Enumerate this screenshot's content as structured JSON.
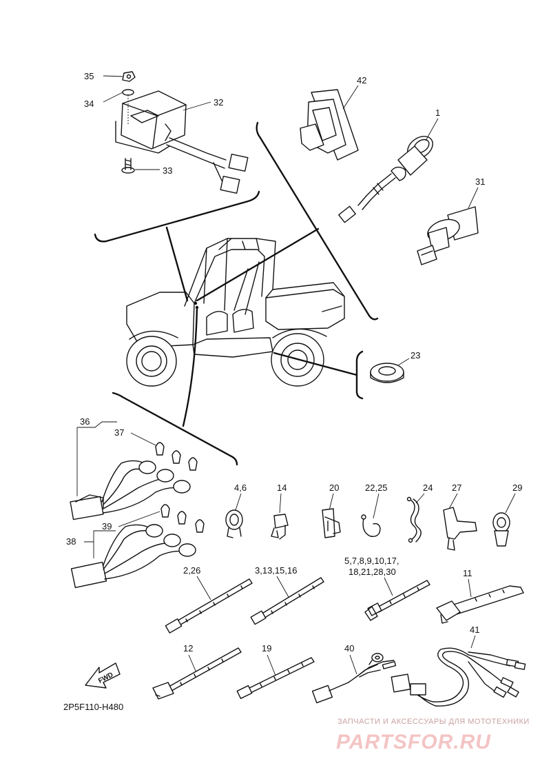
{
  "diagram_code": "2P5F110-H480",
  "fwd_label": "FWD",
  "watermark": {
    "top_line": "ЗАПЧАСТИ И АКСЕССУАРЫ ДЛЯ МОТОТЕХНИКИ",
    "main": "PARTSFOR.RU"
  },
  "callouts": {
    "c35": "35",
    "c34": "34",
    "c32": "32",
    "c33": "33",
    "c42": "42",
    "c1": "1",
    "c31": "31",
    "c23": "23",
    "c36": "36",
    "c37": "37",
    "c39": "39",
    "c38": "38",
    "c4_6": "4,6",
    "c14": "14",
    "c20": "20",
    "c22_25": "22,25",
    "c24": "24",
    "c27": "27",
    "c29": "29",
    "c2_26": "2,26",
    "c3_13_15_16": "3,13,15,16",
    "c5_line1": "5,7,8,9,10,17,",
    "c5_line2": "18,21,28,30",
    "c11": "11",
    "c12": "12",
    "c19": "19",
    "c40": "40",
    "c41": "41"
  }
}
